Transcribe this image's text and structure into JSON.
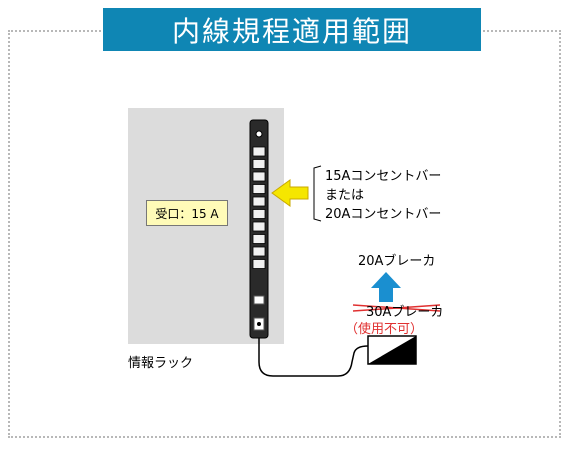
{
  "title": "内線規程適用範囲",
  "rack": {
    "label": "情報ラック",
    "receptacle_label": "受口：15 A"
  },
  "callout": {
    "line1": "15Aコンセントバー",
    "line2": "または",
    "line3": "20Aコンセントバー"
  },
  "breaker_new": "20Aブレーカ",
  "breaker_old": "30Aブレーカ",
  "breaker_old_note": "（使用不可）",
  "colors": {
    "banner": "#0f86b4",
    "arrow_up": "#1a8fd0",
    "arrow_left": "#f5e600",
    "strike": "#e03030"
  }
}
